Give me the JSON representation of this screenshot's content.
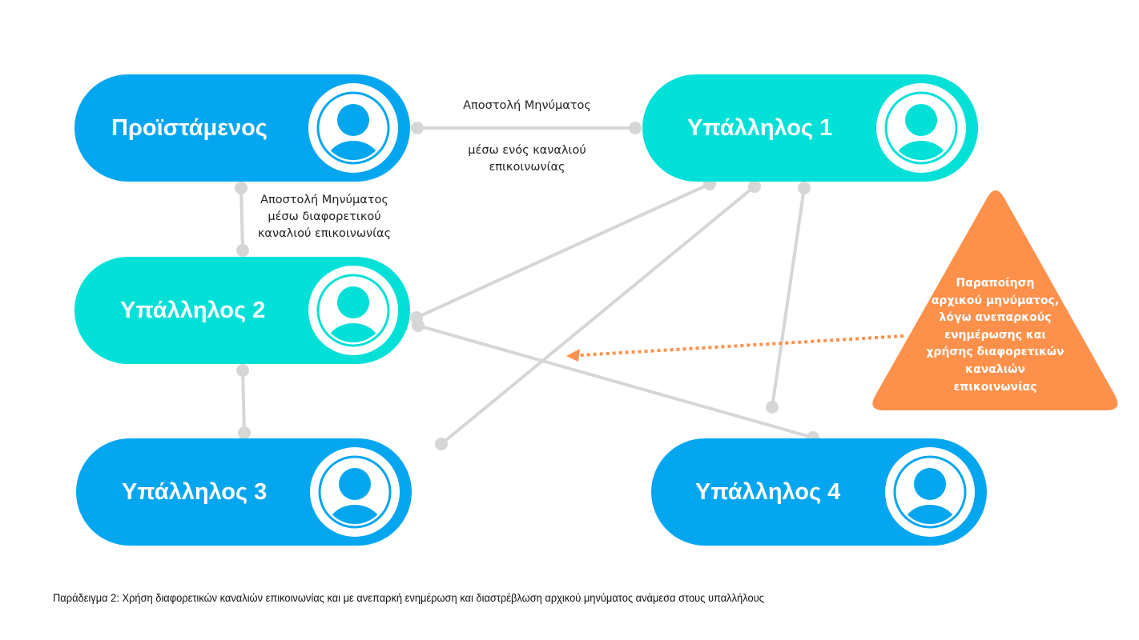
{
  "colors": {
    "blue": "#05a6f0",
    "teal": "#03e0d8",
    "orange": "#fd914c",
    "connector": "#d6d6d6"
  },
  "nodes": {
    "supervisor": {
      "label": "Προϊστάμενος",
      "icon": "user-avatar-icon"
    },
    "employee_1": {
      "label": "Υπάλληλος 1",
      "icon": "user-avatar-icon"
    },
    "employee_2": {
      "label": "Υπάλληλος 2",
      "icon": "user-avatar-icon"
    },
    "employee_3": {
      "label": "Υπάλληλος 3",
      "icon": "user-avatar-icon"
    },
    "employee_4": {
      "label": "Υπάλληλος 4",
      "icon": "user-avatar-icon"
    }
  },
  "annotations": {
    "top_line1": "Αποστολή Μηνύματος",
    "top_line2": "μέσω ενός καναλιού",
    "top_line3": "επικοινωνίας",
    "left_line1": "Αποστολή Μηνύματος",
    "left_line2": "μέσω διαφορετικού",
    "left_line3": "καναλιού επικοινωνίας"
  },
  "warning": {
    "lines": [
      "Παραποίηση",
      "αρχικού μηνύματος,",
      "λόγω ανεπαρκούς",
      "ενημέρωσης και",
      "χρήσης διαφορετικών",
      "καναλιών",
      "επικοινωνίας"
    ]
  },
  "caption": "Παράδειγμα 2: Χρήση διαφορετικών καναλιών επικοινωνίας και με ανεπαρκή ενημέρωση και διαστρέβλωση αρχικού μηνύματος ανάμεσα στους υπαλλήλους"
}
